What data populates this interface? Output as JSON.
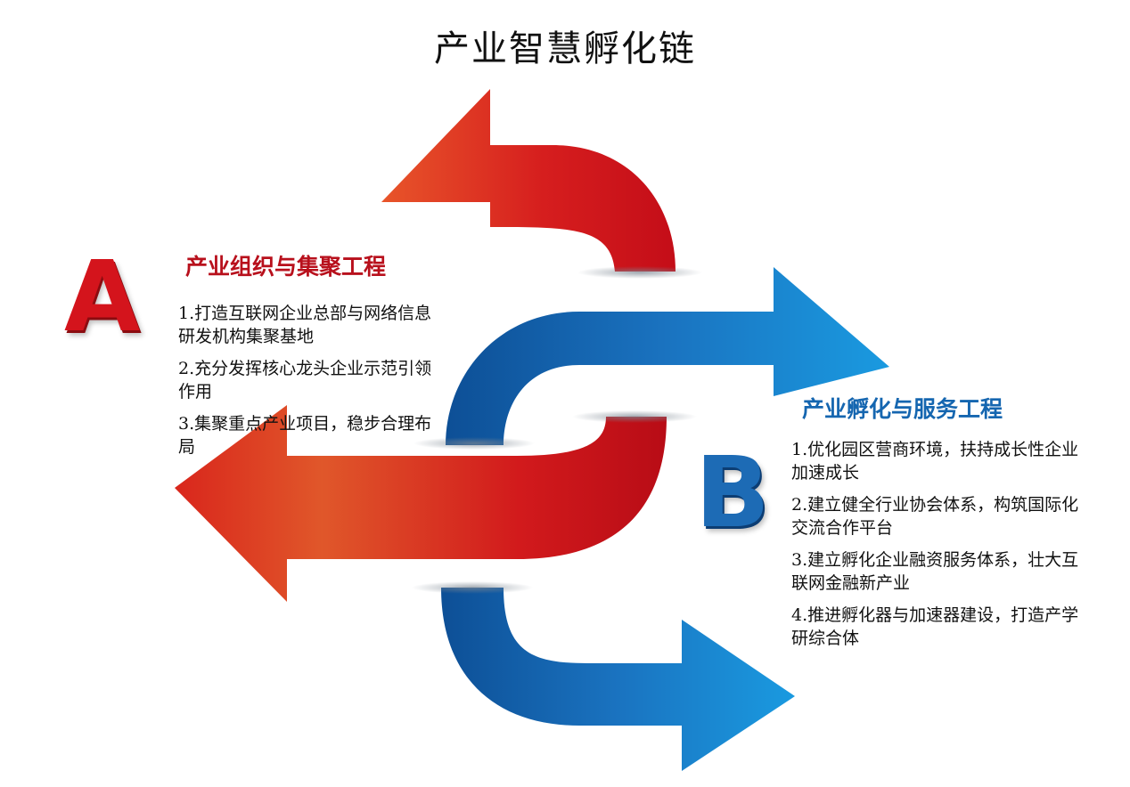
{
  "title": "产业智慧孵化链",
  "section_a": {
    "letter": "A",
    "heading": "产业组织与集聚工程",
    "items": [
      "1.打造互联网企业总部与网络信息研发机构集聚基地",
      "2.充分发挥核心龙头企业示范引领作用",
      "3.集聚重点产业项目，稳步合理布局"
    ]
  },
  "section_b": {
    "letter": "B",
    "heading": "产业孵化与服务工程",
    "items": [
      "1.优化园区营商环境，扶持成长性企业加速成长",
      "2.建立健全行业协会体系，构筑国际化交流合作平台",
      "3.建立孵化企业融资服务体系，壮大互联网金融新产业",
      "4.推进孵化器与加速器建设，打造产学研综合体"
    ]
  },
  "colors": {
    "red": "#d4141c",
    "red_light": "#e8552a",
    "blue": "#1d6bb5",
    "blue_light": "#1a9ae0"
  }
}
